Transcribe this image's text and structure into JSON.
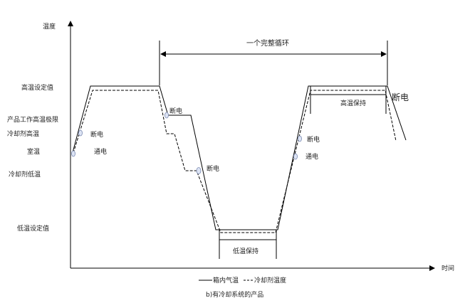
{
  "labels": {
    "y_axis": "温度",
    "x_axis": "时间",
    "high_setpoint": "高温设定值",
    "product_upper_limit": "产品工作高温极限",
    "coolant_high": "冷却剂高温",
    "room_temp": "室温",
    "coolant_low": "冷却剂低温",
    "low_setpoint": "低温设定值",
    "full_cycle": "一个完整循环",
    "power_off_1": "断电",
    "power_on_1": "通电",
    "power_off_2": "断电",
    "power_off_3": "断电",
    "power_off_4": "断电",
    "power_on_2": "通电",
    "power_off_5": "断电",
    "high_hold": "高温保持",
    "low_hold": "低温保持"
  },
  "legend": {
    "solid": "箱内气温",
    "dashed": "冷却剂温度"
  },
  "caption": "b)有冷却系统的产品"
}
